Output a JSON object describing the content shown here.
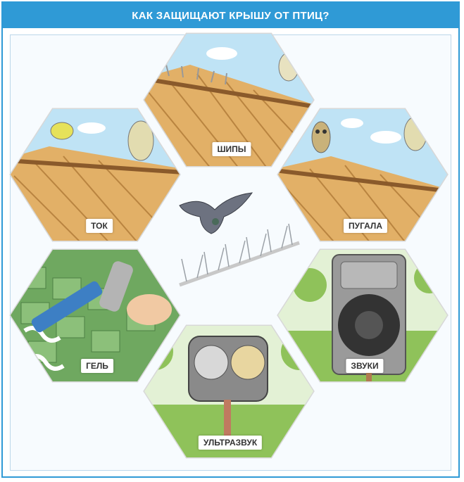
{
  "title": "КАК ЗАЩИЩАЮТ КРЫШУ ОТ ПТИЦ?",
  "methods": [
    {
      "key": "spikes",
      "label": "ШИПЫ"
    },
    {
      "key": "current",
      "label": "ТОК"
    },
    {
      "key": "scarecrow",
      "label": "ПУГАЛА"
    },
    {
      "key": "gel",
      "label": "ГЕЛЬ"
    },
    {
      "key": "sounds",
      "label": "ЗВУКИ"
    },
    {
      "key": "ultrasound",
      "label": "УЛЬТРАЗВУК"
    }
  ],
  "colors": {
    "accent": "#2f9ad6",
    "sky": "#bfe3f5",
    "roof": "#e2b067",
    "roof_dark": "#8a5a2b",
    "grass": "#8fc25a",
    "shingle": "#6fa860"
  },
  "icons": [
    "pigeon-icon",
    "spike-strip-icon"
  ]
}
